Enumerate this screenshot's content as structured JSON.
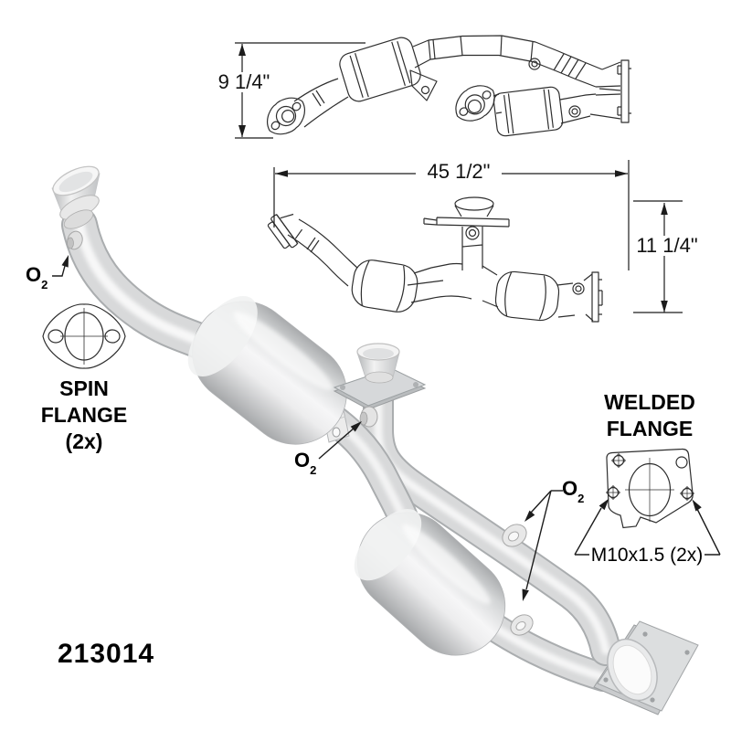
{
  "colors": {
    "background": "#ffffff",
    "line_art": "#2e2e2e",
    "text": "#000000",
    "metal_light": "#f5f5f6",
    "metal_mid": "#d7d8d9",
    "metal_dark": "#a9acae"
  },
  "part_number": "213014",
  "dimensions": {
    "inlet_depth": "9 1/4\"",
    "overall_length": "45 1/2\"",
    "overall_height": "11 1/4\""
  },
  "labels": {
    "o2_main": "O",
    "o2_sub": "2",
    "spin_flange_line1": "SPIN",
    "spin_flange_line2": "FLANGE",
    "spin_flange_line3": "(2x)",
    "welded_flange_line1": "WELDED",
    "welded_flange_line2": "FLANGE",
    "bolt_spec": "M10x1.5 (2x)"
  }
}
